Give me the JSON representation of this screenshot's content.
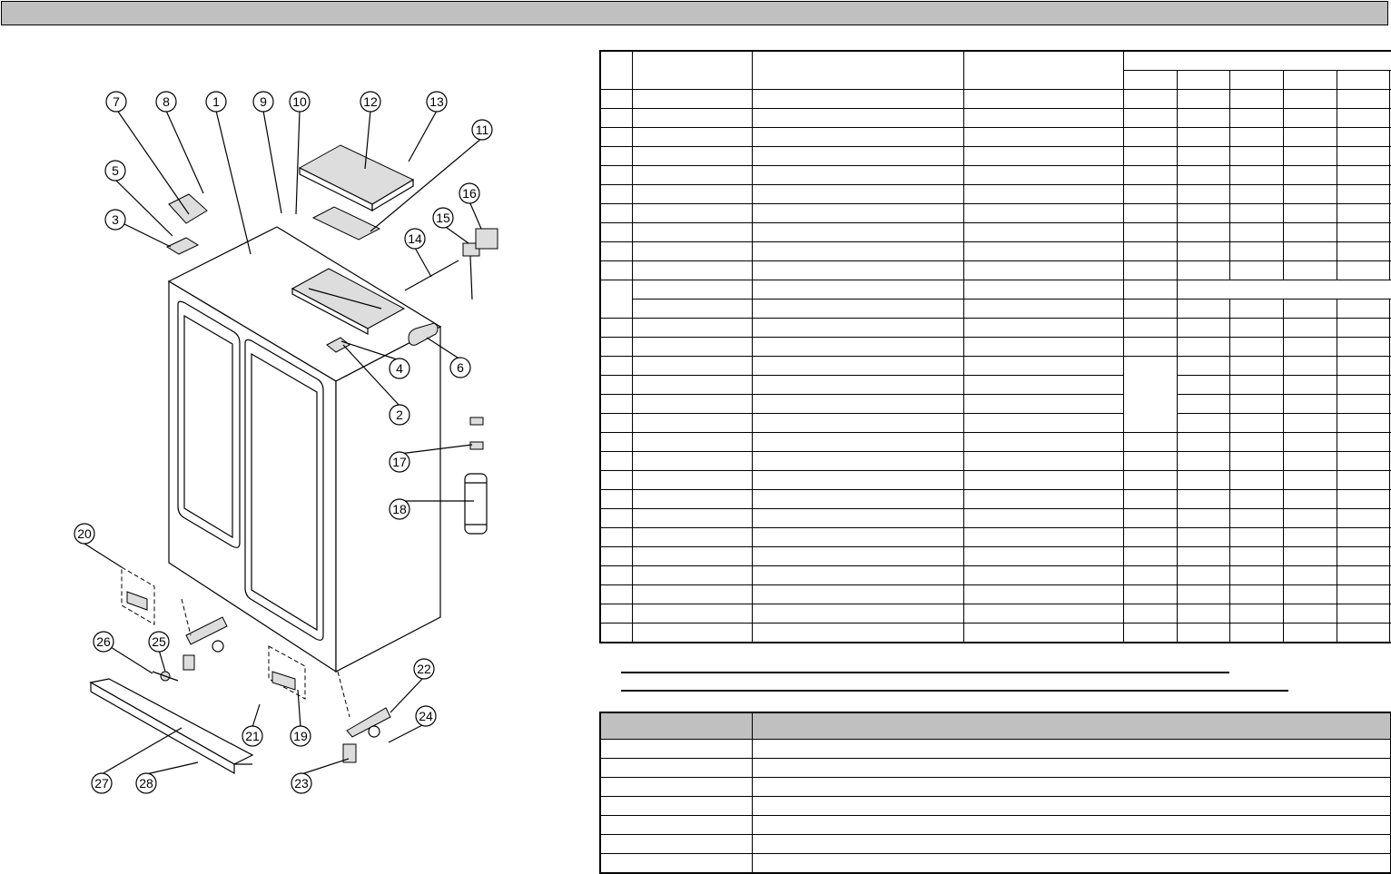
{
  "callouts": [
    "1",
    "2",
    "3",
    "4",
    "5",
    "6",
    "7",
    "8",
    "9",
    "10",
    "11",
    "12",
    "13",
    "14",
    "15",
    "16",
    "17",
    "18",
    "19",
    "20",
    "21",
    "22",
    "23",
    "24",
    "25",
    "26",
    "27",
    "28"
  ],
  "colors": {
    "header_fill": "#c0c0c0",
    "line": "#000000"
  },
  "parts_table": {
    "rows": 30,
    "columns": 10
  },
  "legend_table": {
    "rows": 7,
    "columns": 2
  }
}
